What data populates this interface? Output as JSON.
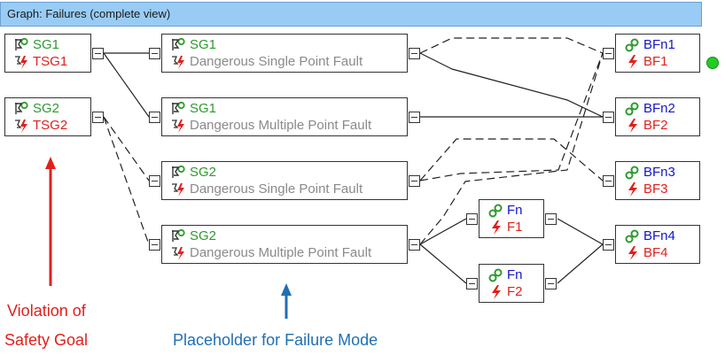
{
  "window": {
    "title": "Graph: Failures (complete view)"
  },
  "safety_goals": [
    {
      "goal": "SG1",
      "top": "TSG1"
    },
    {
      "goal": "SG2",
      "top": "TSG2"
    }
  ],
  "failure_modes": [
    {
      "goal": "SG1",
      "fault": "Dangerous Single Point Fault"
    },
    {
      "goal": "SG1",
      "fault": "Dangerous Multiple Point Fault"
    },
    {
      "goal": "SG2",
      "fault": "Dangerous Single Point Fault"
    },
    {
      "goal": "SG2",
      "fault": "Dangerous Multiple Point Fault"
    }
  ],
  "functions": [
    {
      "name": "Fn",
      "failure": "F1"
    },
    {
      "name": "Fn",
      "failure": "F2"
    }
  ],
  "basic_functions": [
    {
      "name": "BFn1",
      "failure": "BF1"
    },
    {
      "name": "BFn2",
      "failure": "BF2"
    },
    {
      "name": "BFn3",
      "failure": "BF3"
    },
    {
      "name": "BFn4",
      "failure": "BF4"
    }
  ],
  "annotations": {
    "violation_line1": "Violation of",
    "violation_line2": "Safety Goal",
    "placeholder": "Placeholder for Failure Mode"
  },
  "colors": {
    "goal_text": "#2e9a2e",
    "failure_text": "#e0201c",
    "function_text": "#1515c8",
    "fault_text": "#8a8a8a",
    "title_bar": "#99ccf5",
    "status": "#22cc22",
    "arrow_red": "#e0201c",
    "arrow_blue": "#1f6fb3"
  }
}
